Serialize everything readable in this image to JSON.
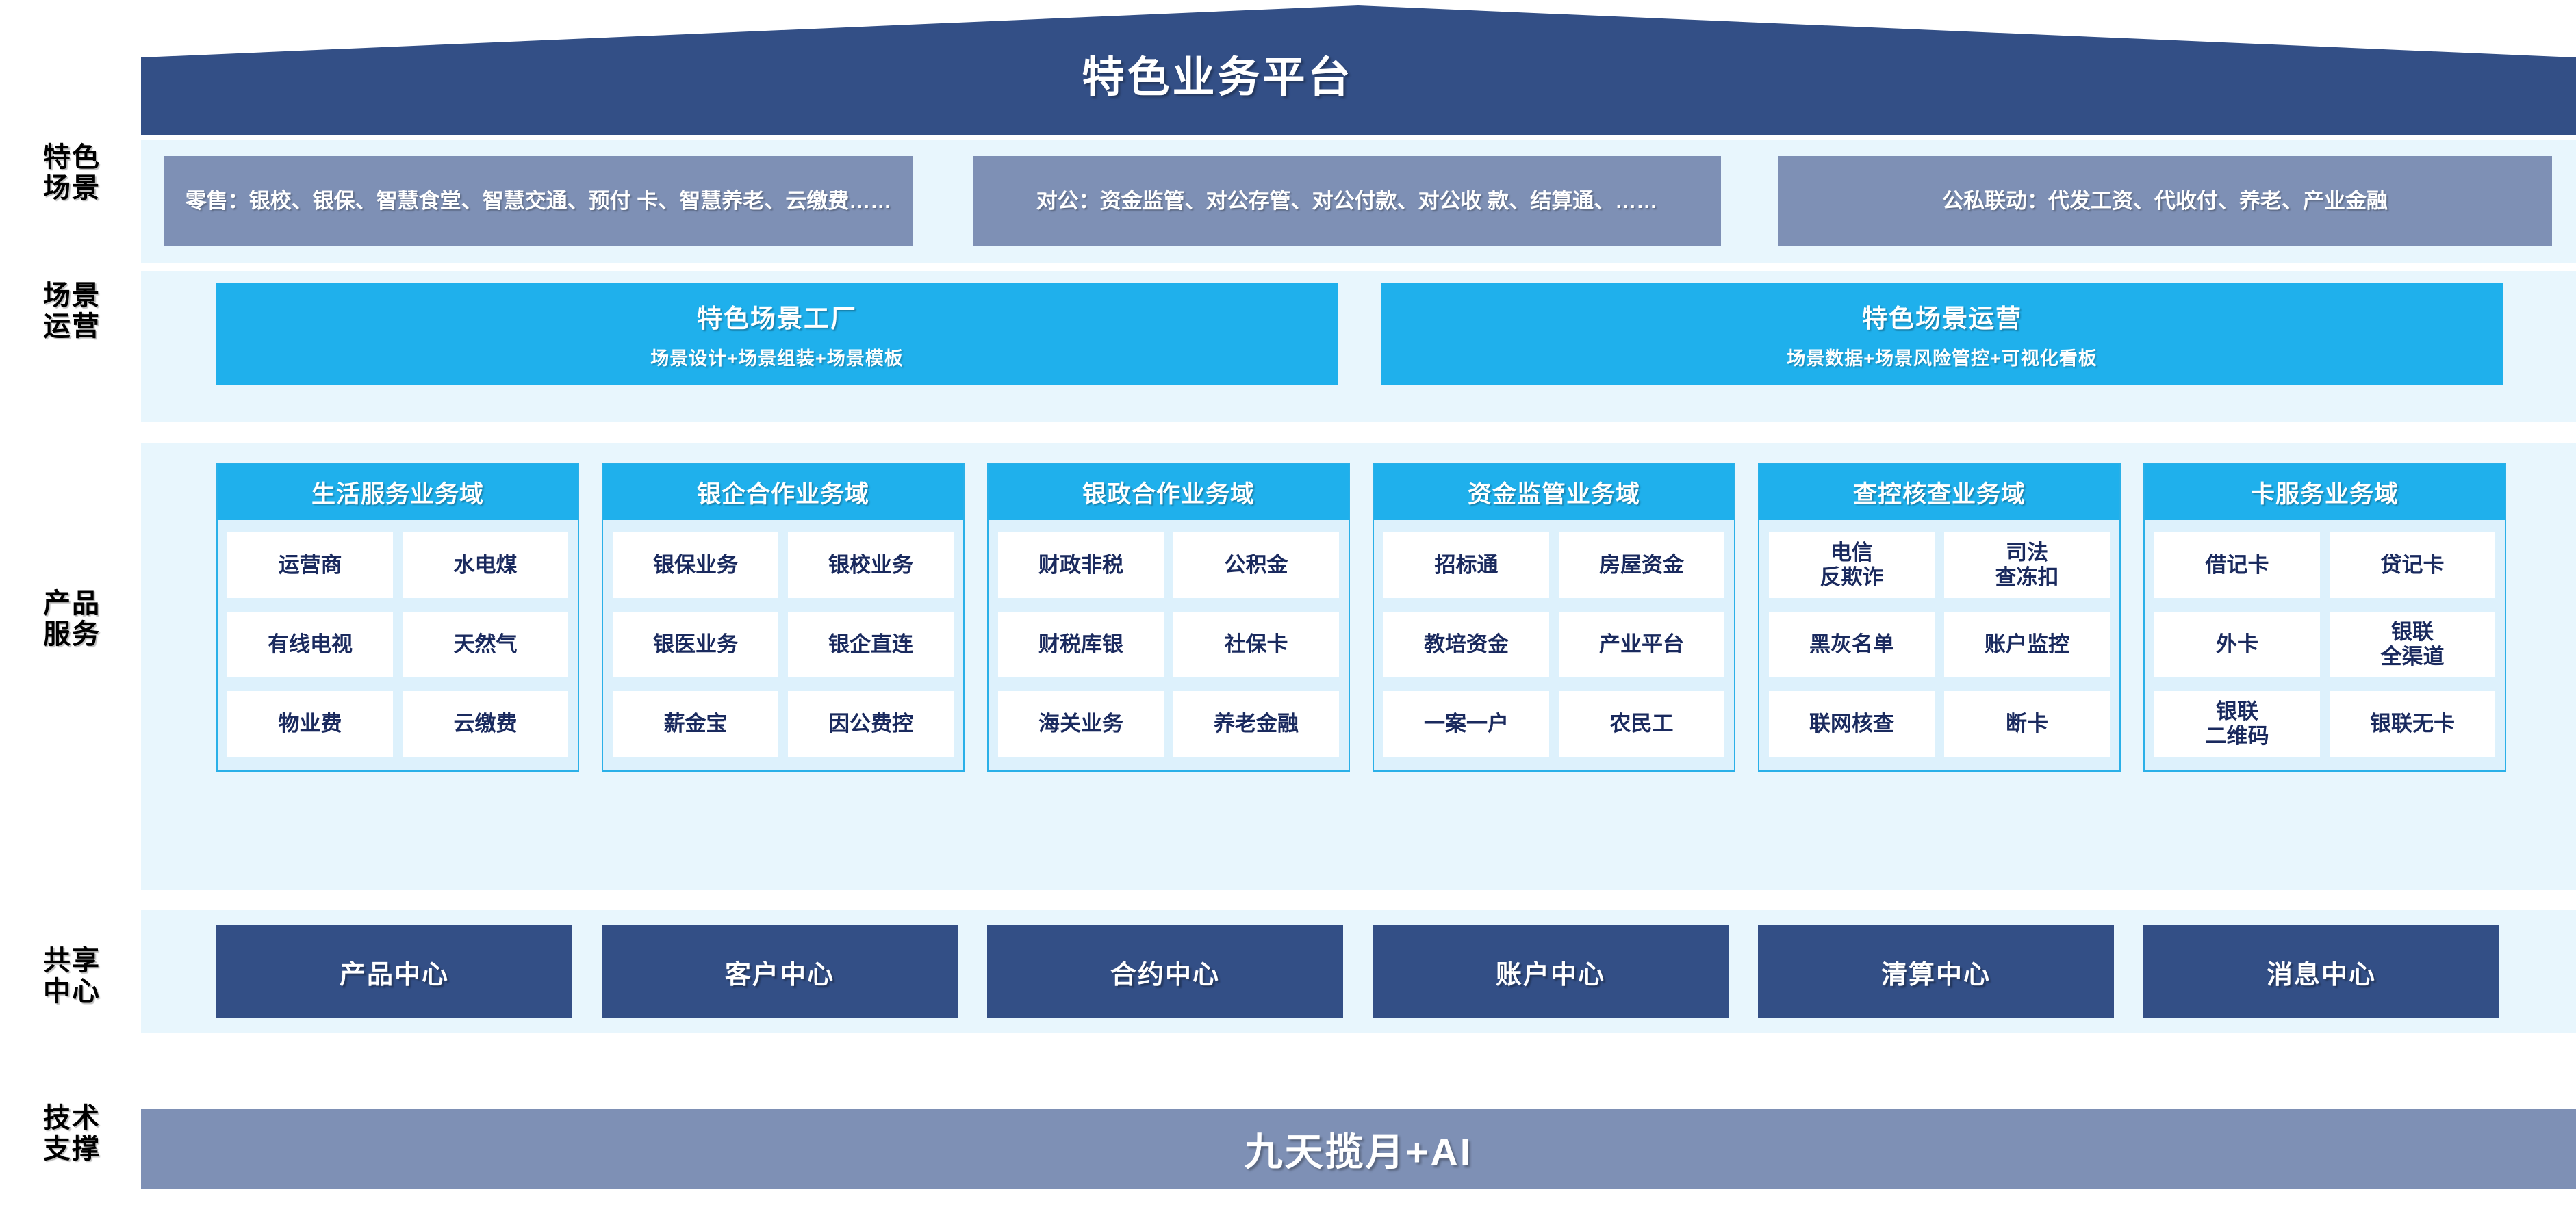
{
  "header": {
    "title": "特色业务平台"
  },
  "row_labels": {
    "scenarios": "特色\n场景",
    "operations": "场景\n运营",
    "products": "产品\n服务",
    "shared_centers": "共享\n中心",
    "tech_support": "技术\n支撑"
  },
  "colors": {
    "roof_navy": "#334f86",
    "band_light_blue": "#e8f6fd",
    "scenario_grey_blue": "#7e90b5",
    "accent_cyan": "#1fb0ec",
    "center_navy": "#334f86",
    "text_navy": "#1a2a5e"
  },
  "scenarios": [
    {
      "label": "零售：银校、银保、智慧食堂、智慧交通、预付\n卡、智慧养老、云缴费……"
    },
    {
      "label": "对公：资金监管、对公存管、对公付款、对公收\n款、结算通、……"
    },
    {
      "label": "公私联动：代发工资、代收付、养老、产业金融"
    }
  ],
  "operations": [
    {
      "title": "特色场景工厂",
      "subtitle": "场景设计+场景组装+场景模板"
    },
    {
      "title": "特色场景运营",
      "subtitle": "场景数据+场景风险管控+可视化看板"
    }
  ],
  "product_domains": [
    {
      "title": "生活服务业务域",
      "items": [
        "运营商",
        "水电煤",
        "有线电视",
        "天然气",
        "物业费",
        "云缴费"
      ]
    },
    {
      "title": "银企合作业务域",
      "items": [
        "银保业务",
        "银校业务",
        "银医业务",
        "银企直连",
        "薪金宝",
        "因公费控"
      ]
    },
    {
      "title": "银政合作业务域",
      "items": [
        "财政非税",
        "公积金",
        "财税库银",
        "社保卡",
        "海关业务",
        "养老金融"
      ]
    },
    {
      "title": "资金监管业务域",
      "items": [
        "招标通",
        "房屋资金",
        "教培资金",
        "产业平台",
        "一案一户",
        "农民工"
      ]
    },
    {
      "title": "查控核查业务域",
      "items": [
        "电信\n反欺诈",
        "司法\n查冻扣",
        "黑灰名单",
        "账户监控",
        "联网核查",
        "断卡"
      ]
    },
    {
      "title": "卡服务业务域",
      "items": [
        "借记卡",
        "贷记卡",
        "外卡",
        "银联\n全渠道",
        "银联\n二维码",
        "银联无卡"
      ]
    }
  ],
  "shared_centers": [
    {
      "label": "产品中心"
    },
    {
      "label": "客户中心"
    },
    {
      "label": "合约中心"
    },
    {
      "label": "账户中心"
    },
    {
      "label": "清算中心"
    },
    {
      "label": "消息中心"
    }
  ],
  "tech_support": {
    "label": "九天揽月+AI"
  }
}
